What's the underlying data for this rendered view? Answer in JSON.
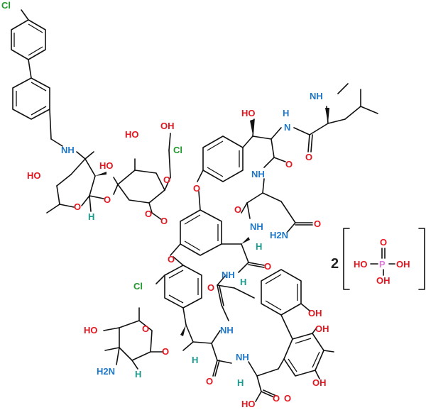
{
  "labels": {
    "cl_top": "Cl",
    "nh_benzyl": "NH",
    "ho_sugar1": "HO",
    "o_ring1": "O",
    "o_link1": "O",
    "h_anomer1": "H",
    "ho_g1": "HO",
    "ho_g2": "HO",
    "oh_g3": "OH",
    "o_ring2": "O",
    "o_g_link": "O",
    "o_glc_anom": "O",
    "o_aryl1": "O",
    "o_aryl2": "O",
    "cl_mid": "Cl",
    "ho_bhyd": "HO",
    "nh_leu": "NH",
    "h_nh": "H",
    "n_leu": "N",
    "o_leu": "O",
    "nh_asn": "NH",
    "o_asn1": "O",
    "o_amide_top": "O",
    "o_asn2": "O",
    "h2n_asn": "H2N",
    "nh_mid": "NH",
    "h_mid": "H",
    "nh_ring": "NH",
    "o_ring_c": "O",
    "o_c2": "O",
    "h_c2": "H",
    "oh_r1": "OH",
    "oh_r2": "OH",
    "oh_r3": "OH",
    "cl_low": "Cl",
    "ho_low": "HO",
    "o_ring3": "O",
    "o_link3": "O",
    "h_anomer3": "H",
    "h2n_low": "H2N",
    "nh_low": "NH",
    "h_low": "H",
    "o_low_amide": "O",
    "nh_low2": "NH",
    "h_low2": "H",
    "ho_acid": "HO",
    "o_acid": "O",
    "o_low3": "O",
    "coef": "2",
    "phos_o": "O",
    "phos_ho1": "HO",
    "phos_p": "P",
    "phos_oh1": "OH",
    "phos_oh2": "OH"
  }
}
